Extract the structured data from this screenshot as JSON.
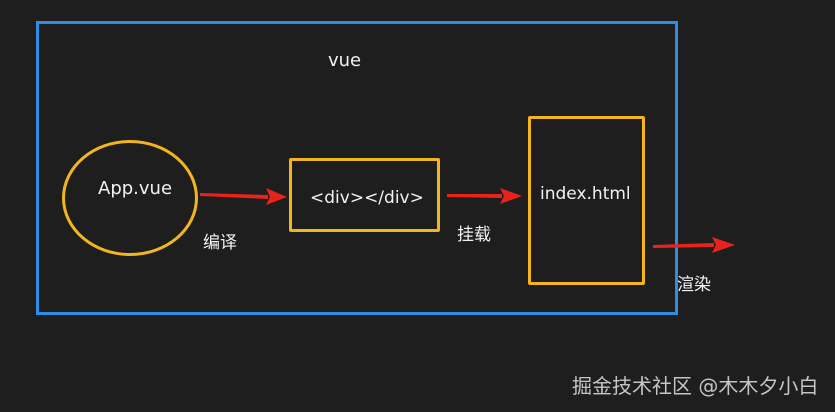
{
  "diagram": {
    "container": {
      "label": "vue",
      "border_color": "#2d8ce6"
    },
    "nodes": [
      {
        "id": "app-vue",
        "shape": "ellipse",
        "label": "App.vue",
        "border_color": "#f2b51e"
      },
      {
        "id": "div",
        "shape": "rect",
        "label": "<div></div>",
        "border_color": "#f2b51e"
      },
      {
        "id": "index-html",
        "shape": "rect",
        "label": "index.html",
        "border_color": "#f2b51e"
      }
    ],
    "edges": [
      {
        "from": "app-vue",
        "to": "div",
        "label": "编译",
        "color": "#e8231c"
      },
      {
        "from": "div",
        "to": "index-html",
        "label": "挂载",
        "color": "#e8231c"
      },
      {
        "from": "index-html",
        "to": "outside",
        "label": "渲染",
        "color": "#e8231c"
      }
    ],
    "background": "#1e1e1e"
  },
  "watermark": "掘金技术社区 @木木夕小白"
}
